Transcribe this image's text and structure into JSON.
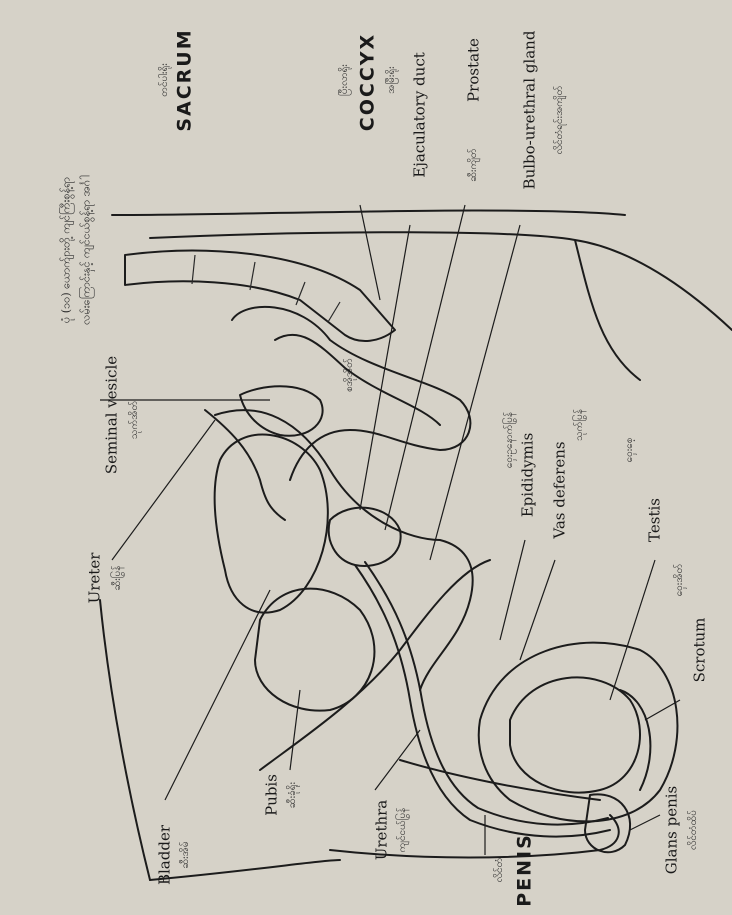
{
  "figure": {
    "caption_line_1": "ပုံ (၁၀) ယောက်ျားတို့ ကျင်ကြီးစွန့်ရာ",
    "caption_line_2": "လမ်းကြောင်းနှင့် ကျင်ငယ်စွန့်ရာ အင်္ဂါ"
  },
  "labels": {
    "sacrum": "SACRUM",
    "sacrum_mm": "တင်ပါးရိုး",
    "coccyx": "COCCYX",
    "coccyx_mm_1": "ပြီးလာရိုး",
    "coccyx_mm_2": "အမြီးရိုး",
    "ejaculatory_duct": "Ejaculatory duct",
    "prostate": "Prostate",
    "prostate_mm": "ဆီးကျိတ်",
    "bulbo_urethral_gland": "Bulbo-urethral gland",
    "bulbo_mm": "လိင်တံရင်းအကျိတ်",
    "seminal_vesicle": "Seminal vesicle",
    "seminal_vesicle_mm": "သုက်အိတ်",
    "rectum_mm": "စအိုအိတ်",
    "epididymis_mm_top": "ဝှေးဥနောက်ပြွန်",
    "epididymis": "Epididymis",
    "vas_deferens": "Vas deferens",
    "vas_mm": "သုက်ပြွန်",
    "testis": "Testis",
    "testis_mm": "ဝှေးစေ့",
    "scrotum": "Scrotum",
    "scrotum_mm": "ဝှေးအိတ်",
    "ureter": "Ureter",
    "ureter_mm": "ဆီးပြွန်",
    "bladder": "Bladder",
    "bladder_mm": "ဆီးအိမ်",
    "pubis": "Pubis",
    "pubis_mm": "ဆီးခုံရိုး",
    "urethra": "Urethra",
    "urethra_mm": "ကျင်ငယ်ပြွန်",
    "penis": "PENIS",
    "penis_mm": "လိင်တံ",
    "glans_penis": "Glans penis",
    "glans_mm": "လိင်တံထိပ်"
  }
}
